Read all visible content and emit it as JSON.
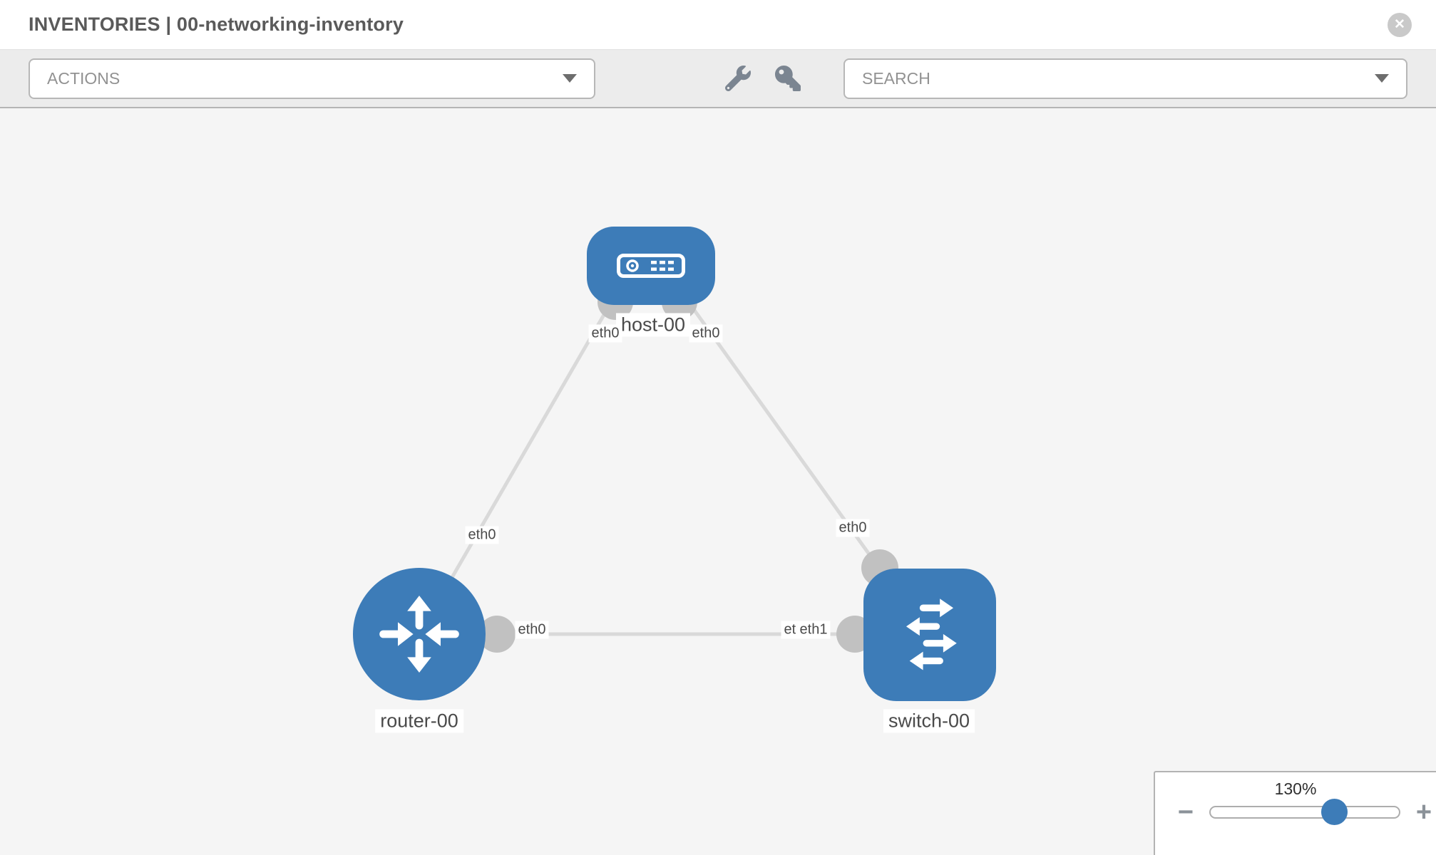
{
  "header": {
    "title": "INVENTORIES | 00-networking-inventory"
  },
  "icons": {
    "close": "✕",
    "minus": "−",
    "plus": "+",
    "wrench": "wrench-icon",
    "key": "key-icon"
  },
  "toolbar": {
    "actions_placeholder": "ACTIONS",
    "search_placeholder": "SEARCH"
  },
  "topology": {
    "nodes": [
      {
        "name": "host-00",
        "type": "host"
      },
      {
        "name": "router-00",
        "type": "router"
      },
      {
        "name": "switch-00",
        "type": "switch"
      }
    ],
    "links": [
      {
        "from": "host-00",
        "to": "router-00",
        "labels": [
          "eth0",
          "eth0"
        ]
      },
      {
        "from": "host-00",
        "to": "switch-00",
        "labels": [
          "eth0",
          "eth0"
        ]
      },
      {
        "from": "router-00",
        "to": "switch-00",
        "labels": [
          "eth0",
          "eth0",
          "eth1"
        ]
      }
    ]
  },
  "zoom_control": {
    "level": "130%"
  },
  "colors": {
    "node_blue": "#3d7cb8",
    "link_gray": "#d9d9d9",
    "connector_gray": "#c1c1c1",
    "canvas_bg": "#f5f5f5",
    "toolbar_bg": "#ececec"
  }
}
